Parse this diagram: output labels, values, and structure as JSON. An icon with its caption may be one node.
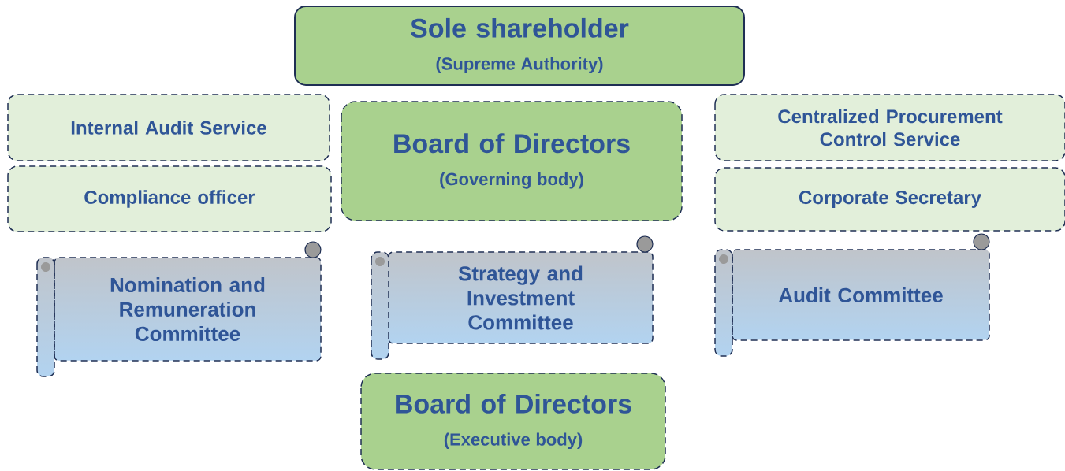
{
  "diagram": {
    "nodes": [
      {
        "text": [
          "Sole shareholder",
          "(Supreme Authority)"
        ]
      },
      {
        "text": [
          "Internal Audit Service"
        ]
      },
      {
        "text": [
          "Compliance officer"
        ]
      },
      {
        "text": [
          "Board of Directors",
          "(Governing body)"
        ]
      },
      {
        "text": [
          "Centralized Procurement Control Service"
        ]
      },
      {
        "text": [
          "Corporate Secretary"
        ]
      },
      {
        "text": [
          "Nomination and Remuneration Committee"
        ]
      },
      {
        "text": [
          "Strategy and Investment Committee"
        ]
      },
      {
        "text": [
          "Audit Committee"
        ]
      },
      {
        "text": [
          "Board of Directors",
          "(Executive body)"
        ]
      }
    ]
  }
}
